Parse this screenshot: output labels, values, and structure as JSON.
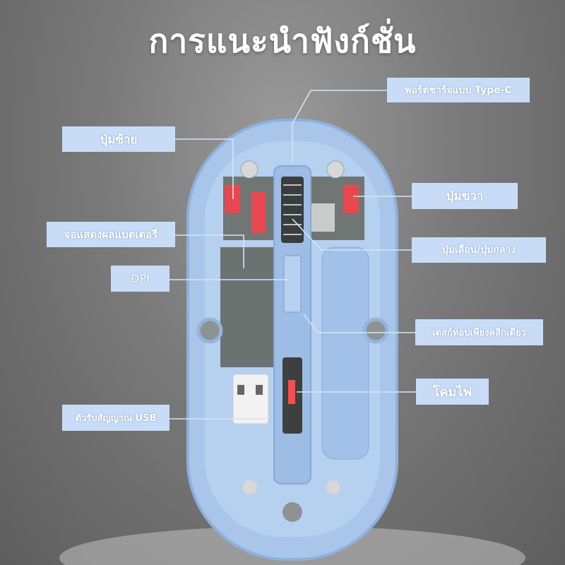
{
  "title": "การแนะนำฟังก์ชั่น",
  "labels": {
    "type_c": "พอร์ตชาร์จแบบ Type-C",
    "left_button": "ปุ่มซ้าย",
    "right_button": "ปุ่มขวา",
    "battery": "จอแสดงผลแบตเตอรี่",
    "scroll": "ปุ่มเลื่อน/ปุ่มกลาง",
    "dpi": "DPI",
    "desktop": "เดสก์ท็อปเพียงคลิกเดียว",
    "light": "โคมไฟ",
    "usb": "ตัวรับสัญญาณ USB"
  },
  "colors": {
    "label_bg": "#c9dcf7",
    "mouse_body": "#a9c6ea",
    "switch_red": "#e8474f"
  }
}
